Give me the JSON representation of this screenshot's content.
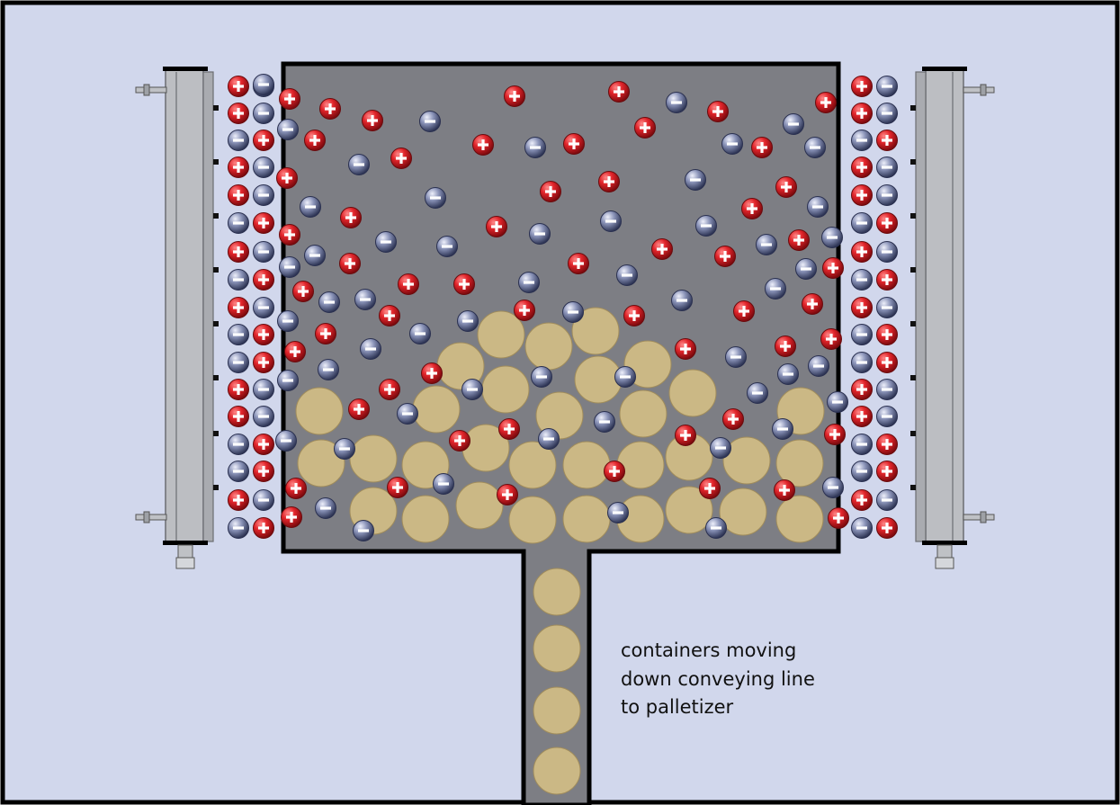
{
  "caption": {
    "line1": "containers moving",
    "line2": "down conveying line",
    "line3": "to palletizer"
  },
  "charges": {
    "positive_symbol": "+",
    "negative_symbol": "−"
  },
  "colors": {
    "background": "#d1d7ec",
    "border": "#000000",
    "chamber": "#7d7e84",
    "container": "#cbb885",
    "container_edge": "#a08c5c",
    "positive": "#dc1f26",
    "negative": "#8790b5",
    "bar": "#bcbec2"
  }
}
